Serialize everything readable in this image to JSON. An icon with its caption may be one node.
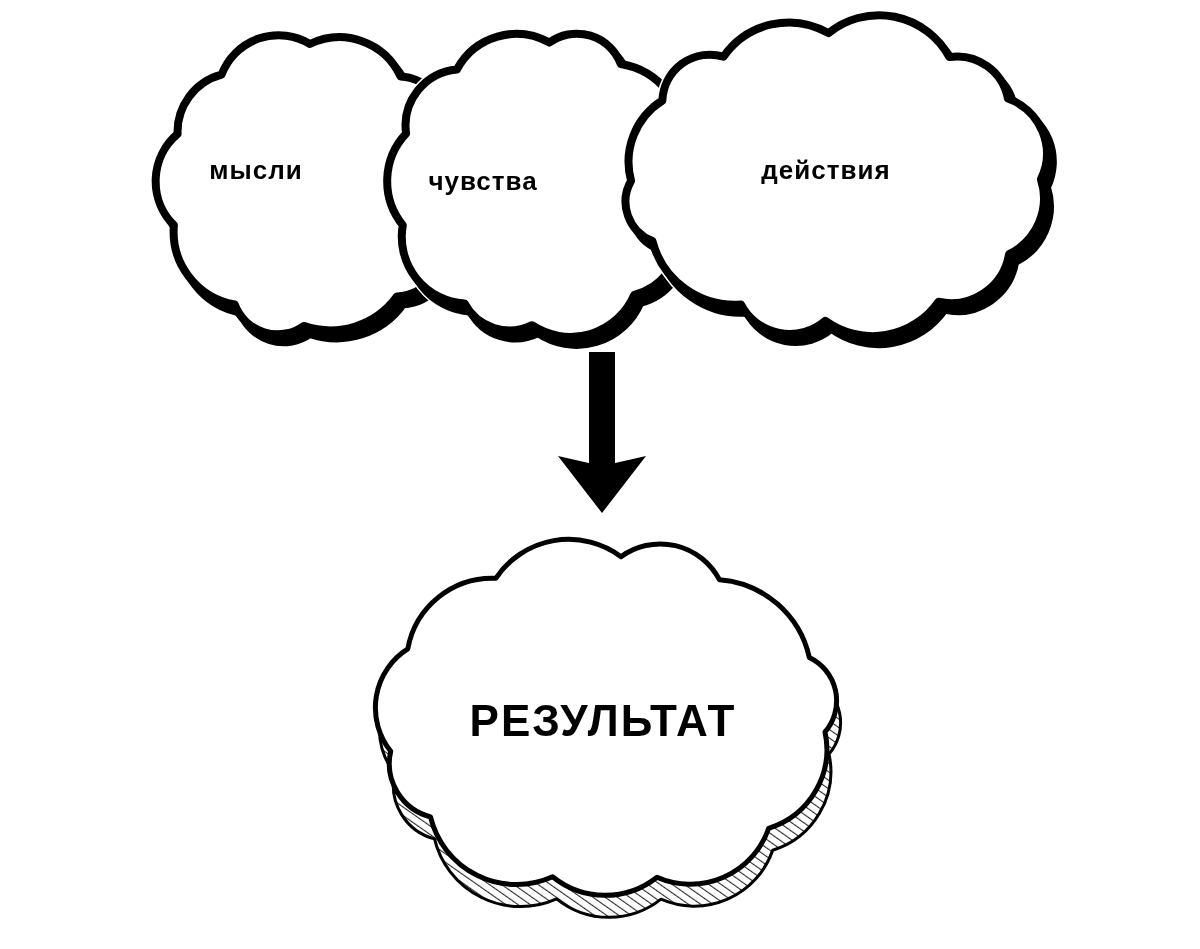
{
  "diagram": {
    "nodes": [
      {
        "text": [
          "мысли"
        ]
      },
      {
        "text": [
          "чувства"
        ]
      },
      {
        "text": [
          "действия"
        ]
      },
      {
        "text": [
          "РЕЗУЛЬТАТ"
        ]
      }
    ],
    "edges": [
      {
        "from": 1,
        "to": 3,
        "arrow": "to"
      }
    ]
  }
}
